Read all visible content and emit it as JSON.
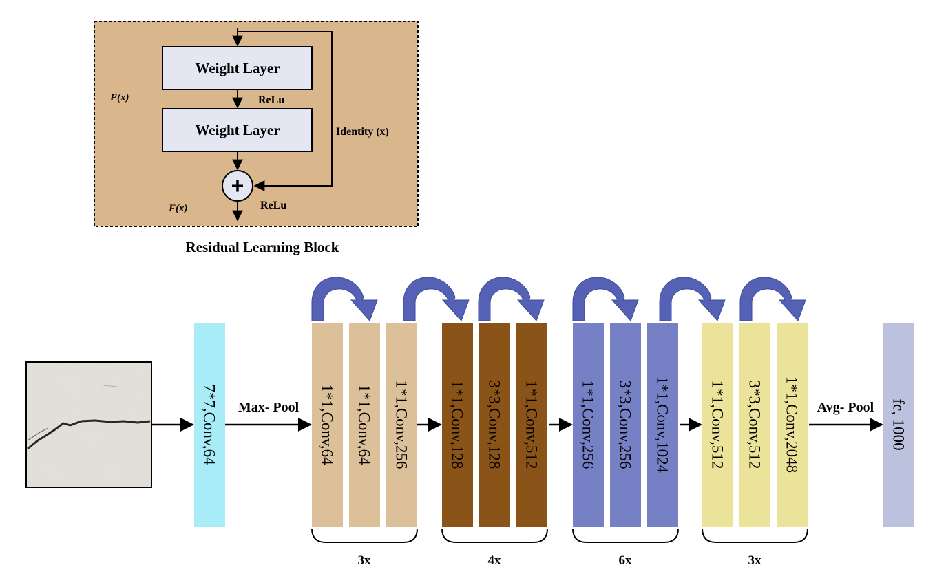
{
  "residual_block": {
    "weight_layer_1": "Weight Layer",
    "weight_layer_2": "Weight Layer",
    "relu_1": "ReLu",
    "relu_2": "ReLu",
    "fx_left": "F(x)",
    "fx_bottom": "F(x)",
    "identity": "Identity (x)",
    "plus": "+",
    "caption": "Residual Learning Block"
  },
  "pipeline": {
    "conv1": "7*7,Conv,64",
    "maxpool": "Max- Pool",
    "avgpool": "Avg- Pool",
    "fc": "fc, 1000",
    "stages": [
      {
        "repeat": "3x",
        "layers": [
          "1*1,Conv,64",
          "1*1,Conv,64",
          "1*1,Conv,256"
        ]
      },
      {
        "repeat": "4x",
        "layers": [
          "1*1,Conv,128",
          "3*3,Conv,128",
          "1*1,Conv,512"
        ]
      },
      {
        "repeat": "6x",
        "layers": [
          "1*1,Conv,256",
          "3*3,Conv,256",
          "1*1,Conv,1024"
        ]
      },
      {
        "repeat": "3x",
        "layers": [
          "1*1,Conv,512",
          "3*3,Conv,512",
          "1*1,Conv,2048"
        ]
      }
    ]
  },
  "colors": {
    "block_bg": "#d9b68c",
    "weight_layer_fill": "#e4e6f2",
    "conv1": "#a8ecf8",
    "stage1": "#dcc09a",
    "stage2": "#8a5418",
    "stage3": "#7581c4",
    "stage4": "#ebe39a",
    "fc": "#bcc1de",
    "skip_arrow": "#5561b4"
  }
}
